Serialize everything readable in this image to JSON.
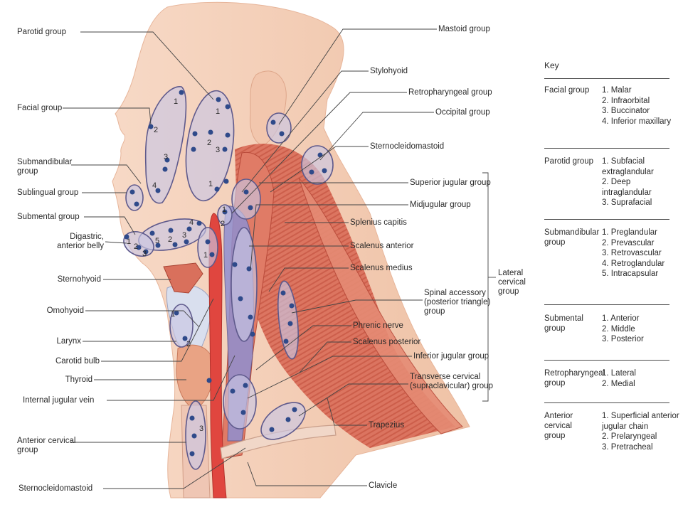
{
  "left_labels": [
    {
      "id": "parotid",
      "text": "Parotid group"
    },
    {
      "id": "facial",
      "text": "Facial group"
    },
    {
      "id": "submandibular",
      "text": "Submandibular\ngroup"
    },
    {
      "id": "sublingual",
      "text": "Sublingual group"
    },
    {
      "id": "submental",
      "text": "Submental group"
    },
    {
      "id": "digastric",
      "text": "Digastric,\nanterior belly"
    },
    {
      "id": "sternohyoid",
      "text": "Sternohyoid"
    },
    {
      "id": "omohyoid",
      "text": "Omohyoid"
    },
    {
      "id": "larynx",
      "text": "Larynx"
    },
    {
      "id": "carotid_bulb",
      "text": "Carotid bulb"
    },
    {
      "id": "thyroid",
      "text": "Thyroid"
    },
    {
      "id": "internal_jugular",
      "text": "Internal jugular vein"
    },
    {
      "id": "anterior_cervical",
      "text": "Anterior cervical\ngroup"
    },
    {
      "id": "scm_bottom",
      "text": "Sternocleidomastoid"
    }
  ],
  "right_labels": [
    {
      "id": "mastoid",
      "text": "Mastoid group"
    },
    {
      "id": "stylohyoid",
      "text": "Stylohyoid"
    },
    {
      "id": "retropharyngeal",
      "text": "Retropharyngeal group"
    },
    {
      "id": "occipital",
      "text": "Occipital group"
    },
    {
      "id": "scm_right",
      "text": "Sternocleidomastoid"
    },
    {
      "id": "superior_jugular",
      "text": "Superior jugular group"
    },
    {
      "id": "midjugular",
      "text": "Midjugular group"
    },
    {
      "id": "splenius",
      "text": "Splenius capitis"
    },
    {
      "id": "scalenus_anterior",
      "text": "Scalenus anterior"
    },
    {
      "id": "scalenus_medius",
      "text": "Scalenus medius"
    },
    {
      "id": "spinal_accessory",
      "text": "Spinal accessory\n(posterior triangle)\ngroup"
    },
    {
      "id": "phrenic",
      "text": "Phrenic nerve"
    },
    {
      "id": "scalenus_posterior",
      "text": "Scalenus posterior"
    },
    {
      "id": "inferior_jugular",
      "text": "Inferior jugular group"
    },
    {
      "id": "transverse_cervical",
      "text": "Transverse cervical\n(supraclavicular) group"
    },
    {
      "id": "trapezius",
      "text": "Trapezius"
    },
    {
      "id": "clavicle",
      "text": "Clavicle"
    }
  ],
  "bracket_label": "Lateral\ncervical\ngroup",
  "key": {
    "title": "Key",
    "groups": [
      {
        "name": "Facial group",
        "items": [
          "1. Malar",
          "2. Infraorbital",
          "3. Buccinator",
          "4. Inferior maxillary"
        ]
      },
      {
        "name": "Parotid group",
        "items": [
          "1. Subfacial\n    extraglandular",
          "2. Deep intraglandular",
          "3. Suprafacial"
        ]
      },
      {
        "name": "Submandibular\ngroup",
        "items": [
          "1. Preglandular",
          "2. Prevascular",
          "3. Retrovascular",
          "4. Retroglandular",
          "5. Intracapsular"
        ]
      },
      {
        "name": "Submental\ngroup",
        "items": [
          "1. Anterior",
          "2. Middle",
          "3. Posterior"
        ]
      },
      {
        "name": "Retropharyngeal\ngroup",
        "items": [
          "1. Lateral",
          "2. Medial"
        ]
      },
      {
        "name": "Anterior\ncervical\ngroup",
        "items": [
          "1. Superficial anterior\n    jugular chain",
          "2. Prelaryngeal",
          "3. Pretracheal"
        ]
      }
    ]
  },
  "node_numbers": [
    "1",
    "2",
    "3",
    "4",
    "5"
  ],
  "colors": {
    "skin": "#f6d3bd",
    "skin_shadow": "#eab59a",
    "muscle": "#d9705c",
    "muscle_dark": "#b84a3a",
    "artery": "#e0463f",
    "vein": "#8f8fd0",
    "node_region_fill": "#c9c6e4",
    "node_region_stroke": "#5f5a8c",
    "node_dot": "#2f4a8a",
    "cartilage": "#d9dfee",
    "leader_line": "#444444"
  }
}
